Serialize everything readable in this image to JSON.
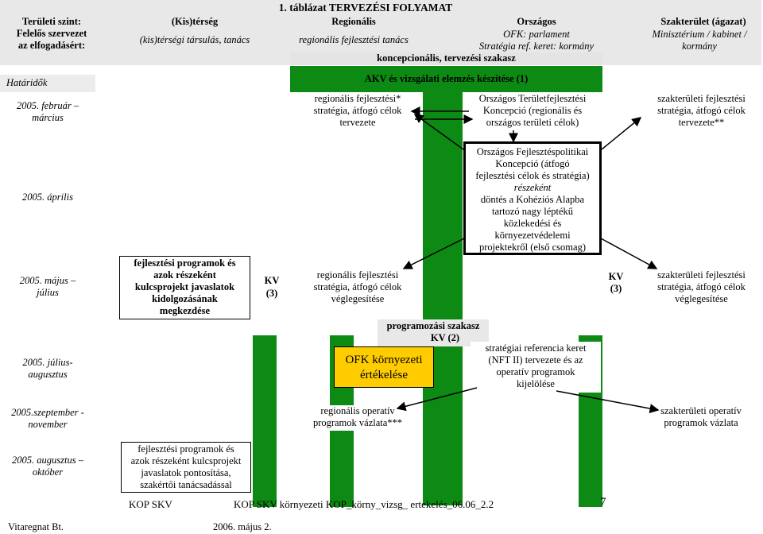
{
  "title": "1. táblázat TERVEZÉSI FOLYAMAT",
  "header": {
    "c1a": "Területi szint:",
    "c1b": "Felelős szervezet",
    "c1c": "az elfogadásért:",
    "c2a": "(Kis)térség",
    "c2b": "(kis)térségi társulás, tanács",
    "c3a": "Regionális",
    "c3b": "regionális fejlesztési tanács",
    "c4a": "Országos",
    "c4b": "OFK: parlament",
    "c4c": "Stratégia ref. keret: kormány",
    "c5a": "Szakterület (ágazat)",
    "c5b": "Minisztérium / kabinet /",
    "c5c": "kormány"
  },
  "phases": {
    "concept": "koncepcionális, tervezési szakasz",
    "akv": "AKV és vizsgálati elemzés készítése (1)",
    "programming": "programozási szakasz",
    "kv2": "KV (2)"
  },
  "deadlines": {
    "label": "Határidők",
    "d1a": "2005. február –",
    "d1b": "március",
    "d2": "2005. április",
    "d3a": "2005. május –",
    "d3b": "július",
    "d4a": "2005. július-",
    "d4b": "augusztus",
    "d5a": "2005.szeptember -",
    "d5b": "november",
    "d6a": "2005. augusztus –",
    "d6b": "október"
  },
  "cells": {
    "reg1": [
      "regionális fejlesztési*",
      "stratégia, átfogó célok",
      "tervezete"
    ],
    "nat1": [
      "Országos Területfejlesztési",
      "Koncepció (regionális és",
      "országos területi célok)"
    ],
    "sec1": [
      "szakterületi fejlesztési",
      "stratégia, átfogó célok",
      "tervezete**"
    ],
    "ofk": [
      "Országos Fejlesztéspolitikai",
      "Koncepció (átfogó",
      "fejlesztési célok és stratégia)",
      "részeként",
      "döntés a Kohéziós Alapba",
      "tartozó nagy léptékű",
      "közlekedési és",
      "környezetvédelemi",
      "projektekről (első csomag)"
    ],
    "kis1": [
      "fejlesztési programok és",
      "azok részeként",
      "kulcsprojekt javaslatok",
      "kidolgozásának",
      "megkezdése"
    ],
    "kv3a": [
      "KV",
      "(3)"
    ],
    "reg2": [
      "regionális fejlesztési",
      "stratégia, átfogó célok",
      "véglegesítése"
    ],
    "kv3b": [
      "KV",
      "(3)"
    ],
    "sec2": [
      "szakterületi fejlesztési",
      "stratégia, átfogó célok",
      "véglegesítése"
    ],
    "ofkEval": [
      "OFK környezeti",
      "értékelése"
    ],
    "nat2": [
      "stratégiai referencia keret",
      "(NFT II) tervezete és az",
      "operatív programok",
      "kijelölése"
    ],
    "reg3": [
      "regionális operatív",
      "programok vázlata***"
    ],
    "sec3": [
      "szakterületi operatív",
      "programok vázlata"
    ],
    "kis2": [
      "fejlesztési programok és",
      "azok részeként kulcsprojekt",
      "javaslatok pontosítása,",
      "szakértői tanácsadással"
    ]
  },
  "footer": {
    "left": "KOP SKV",
    "mid": "KOP SKV környezeti KOP_körny_vizsg_ ertekelés_06.06_2.2",
    "page": "7",
    "company": "Vitaregnat Bt.",
    "date": "2006. május 2."
  },
  "colors": {
    "green": "#0d8a14",
    "ofk_fill": "#ffcc00",
    "band": "#e8e8e8"
  }
}
